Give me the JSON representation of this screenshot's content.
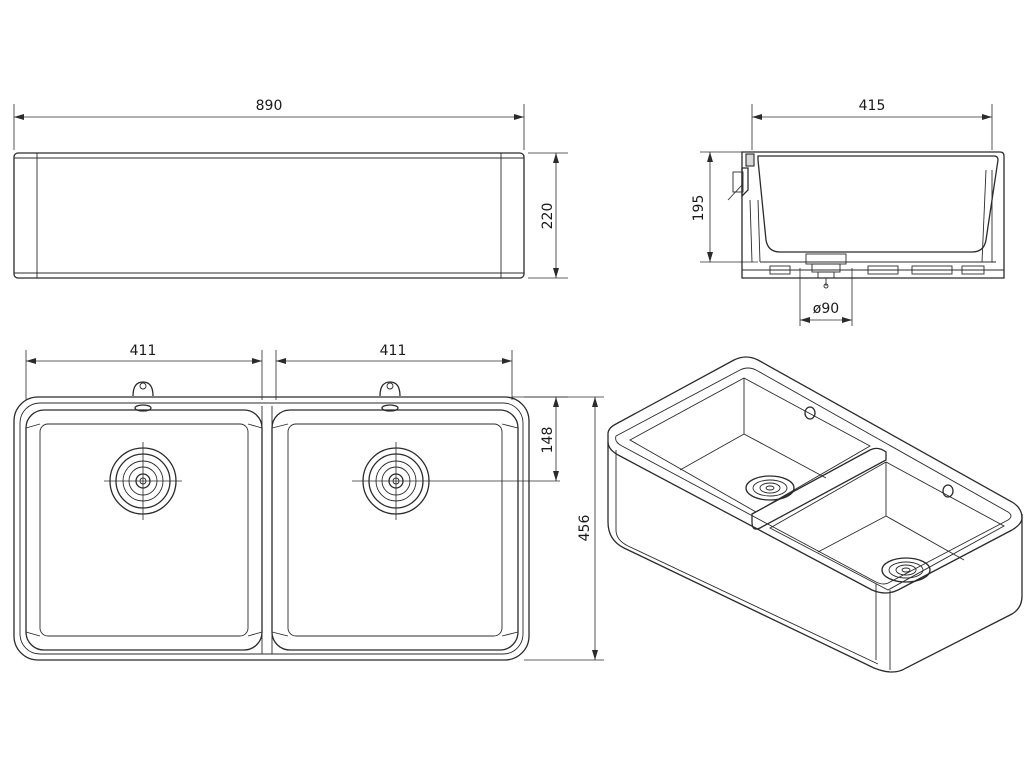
{
  "dimensions": {
    "overall_width": "890",
    "front_height": "220",
    "side_depth": "415",
    "bowl_depth": "195",
    "waste_diameter": "ø90",
    "bowl_width_left": "411",
    "bowl_width_right": "411",
    "waste_offset": "148",
    "overall_depth": "456"
  }
}
